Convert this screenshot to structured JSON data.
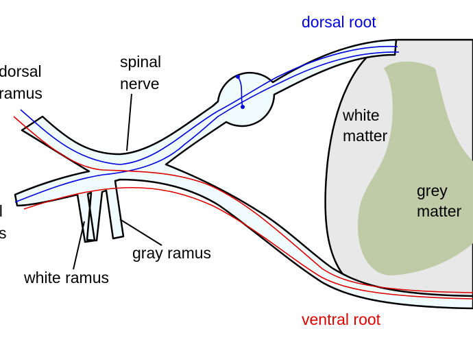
{
  "labels": {
    "dorsal_root": "dorsal root",
    "ventral_root": "ventral root",
    "dorsal_ramus_line1": "dorsal",
    "dorsal_ramus_line2": "ramus",
    "spinal_nerve_line1": "spinal",
    "spinal_nerve_line2": "nerve",
    "ventral_ramus_line1": "al",
    "ventral_ramus_line2": "s",
    "white_matter_line1": "white",
    "white_matter_line2": "matter",
    "grey_matter_line1": "grey",
    "grey_matter_line2": "matter",
    "gray_ramus": "gray ramus",
    "white_ramus": "white ramus"
  },
  "colors": {
    "sensory": "#0000dd",
    "motor": "#dd0000",
    "nerve_fill": "#f0fbfd",
    "white_matter_fill": "#e8e8e8",
    "grey_matter_fill": "#bfcaa6",
    "outline": "#000000"
  }
}
